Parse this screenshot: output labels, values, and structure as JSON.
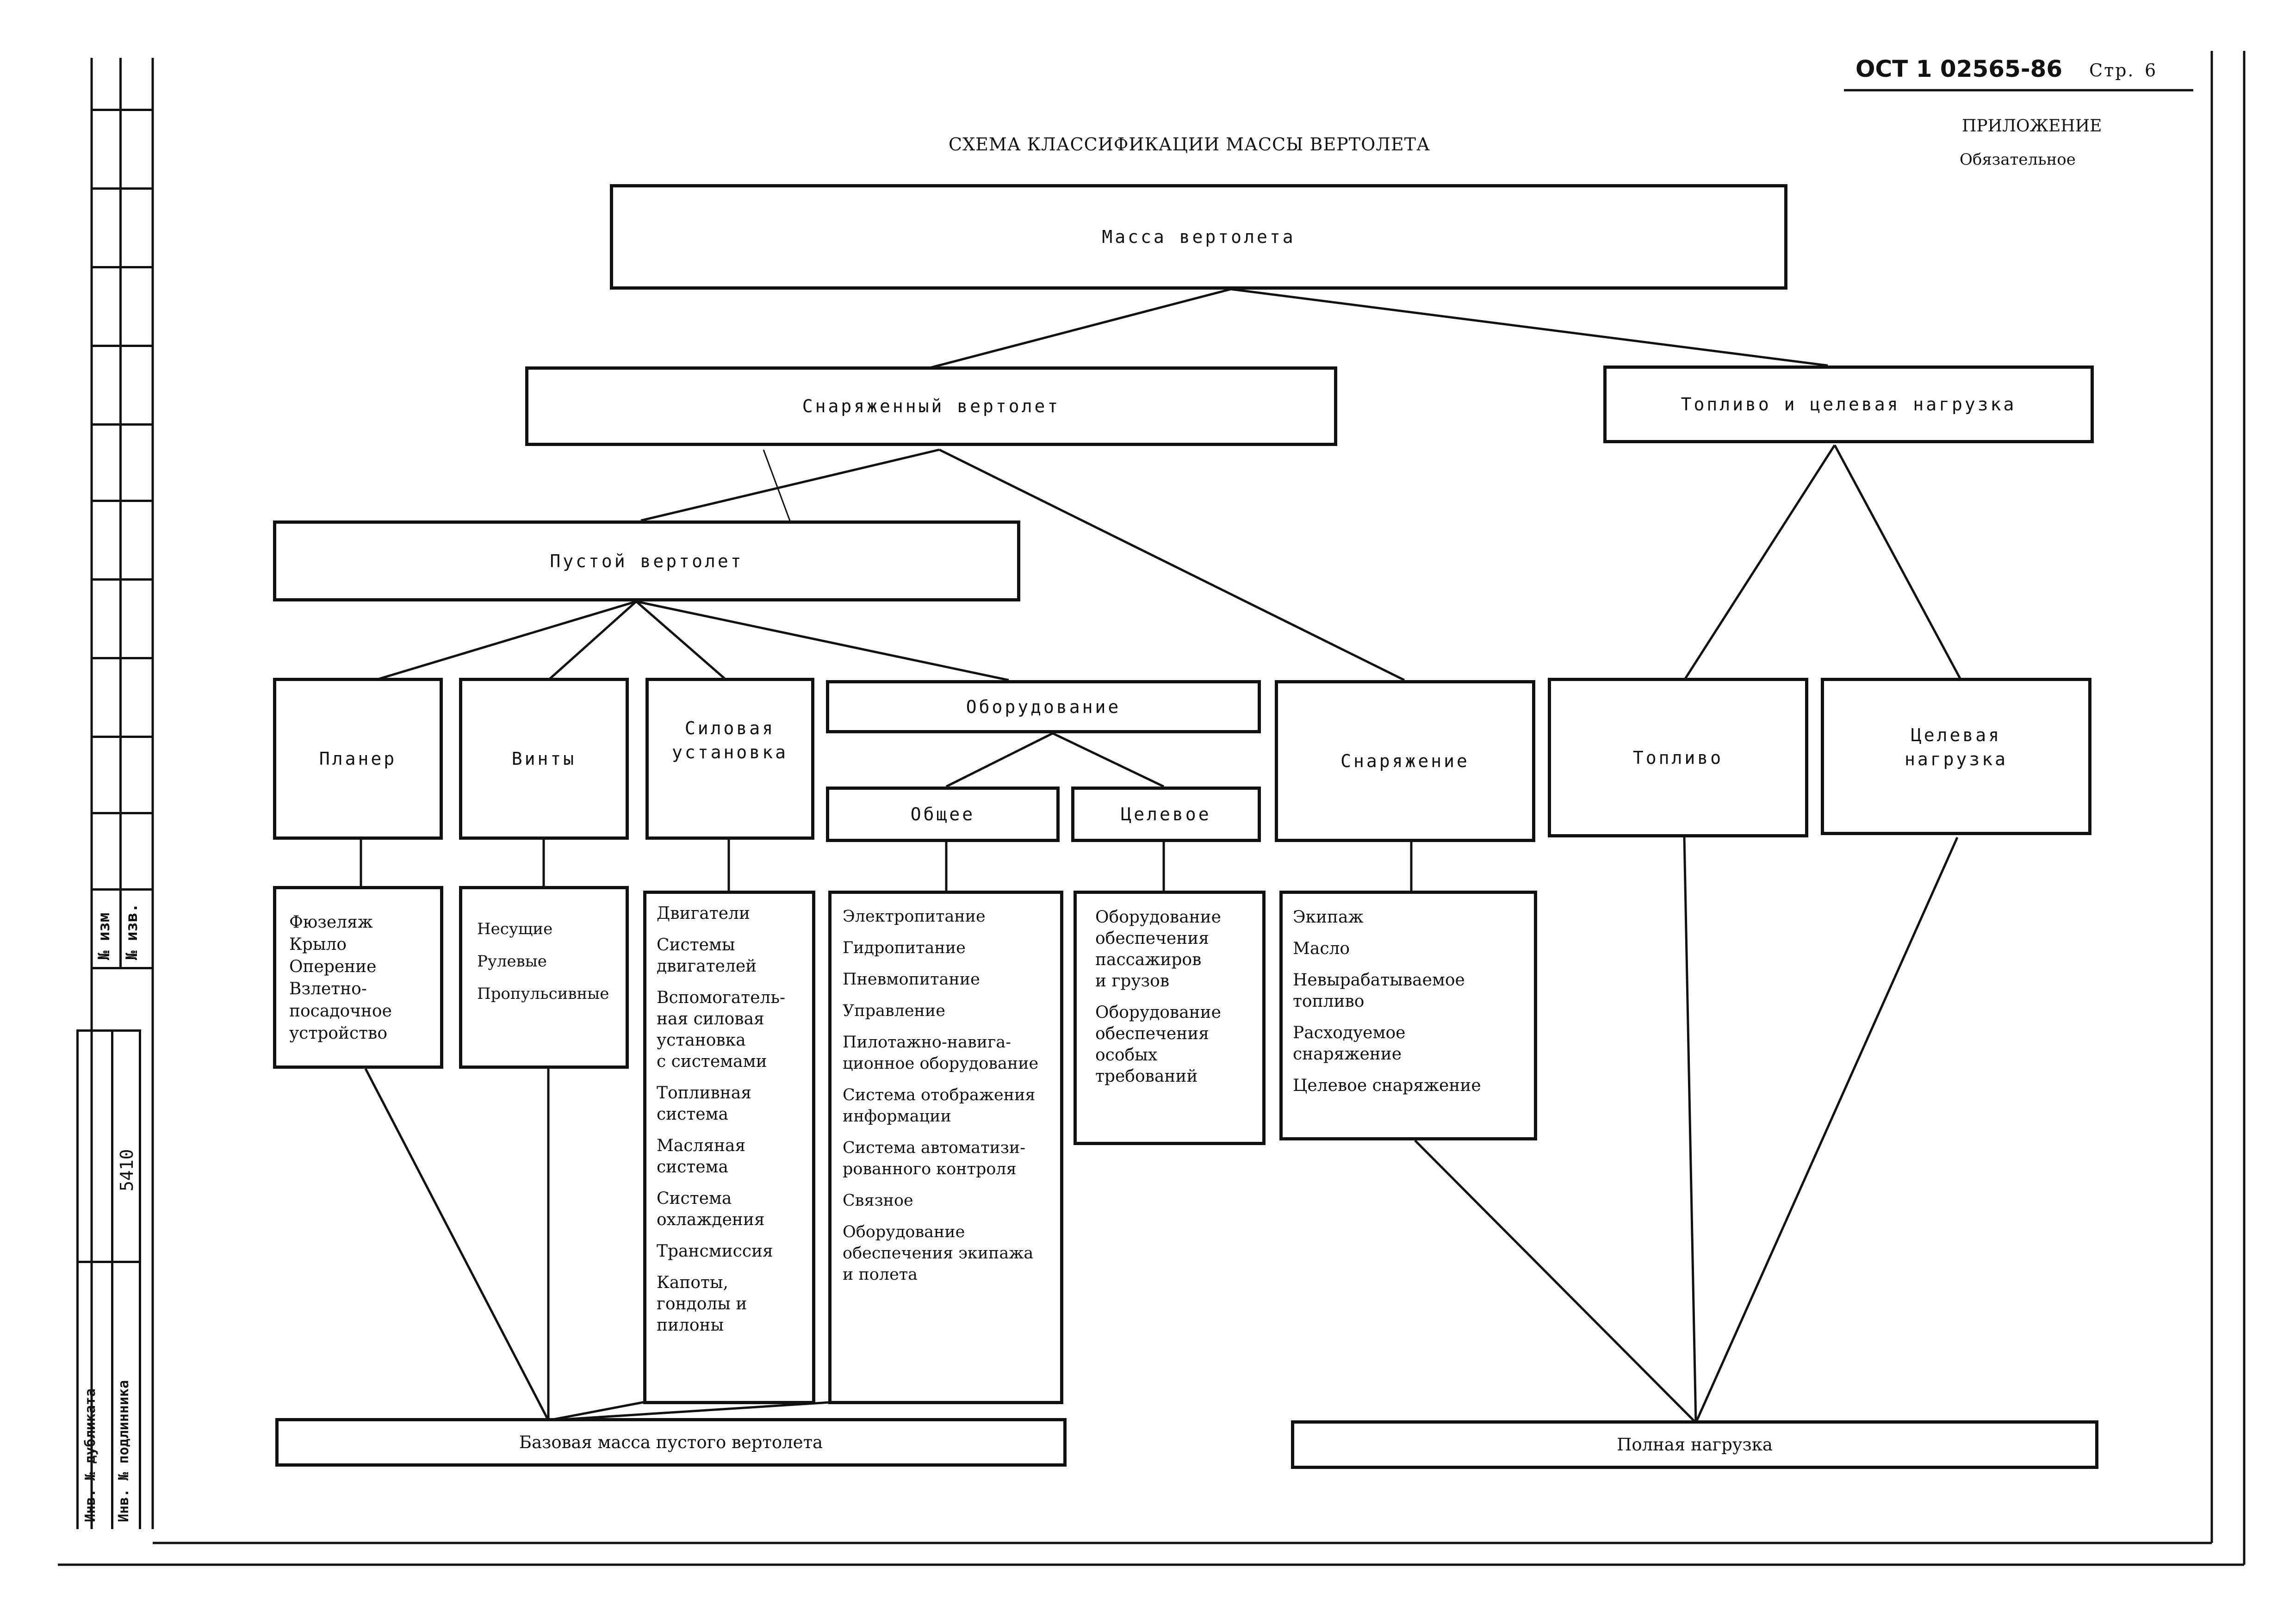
{
  "header": {
    "doc_code": "ОСТ 1 02565-86",
    "page_label": "Стр.",
    "page_number": "6",
    "appendix": "ПРИЛОЖЕНИЕ",
    "appendix_status": "Обязательное"
  },
  "title": "СХЕМА КЛАССИФИКАЦИИ МАССЫ ВЕРТОЛЕТА",
  "nodes": {
    "root": "Масса вертолета",
    "equipped": "Снаряженный вертолет",
    "fuel_payload": "Топливо и целевая нагрузка",
    "empty": "Пустой вертолет",
    "airframe": "Планер",
    "rotors": "Винты",
    "powerplant": "Силовая\nустановка",
    "equipment": "Оборудование",
    "general": "Общее",
    "target": "Целевое",
    "outfit": "Снаряжение",
    "fuel": "Топливо",
    "payload": "Целевая\nнагрузка",
    "base_mass": "Базовая масса пустого вертолета",
    "full_load": "Полная нагрузка"
  },
  "lists": {
    "airframe": [
      "Фюзеляж",
      "Крыло",
      "Оперение",
      "Взлетно-\nпосадочное\nустройство"
    ],
    "rotors": [
      "Несущие",
      "Рулевые",
      "Пропульсивные"
    ],
    "powerplant": [
      "Двигатели",
      "Системы\nдвигателей",
      "Вспомогатель-\nная силовая\nустановка\nс системами",
      "Топливная\nсистема",
      "Масляная\nсистема",
      "Система\nохлаждения",
      "Трансмиссия",
      "Капоты,\nгондолы и\nпилоны"
    ],
    "general": [
      "Электропитание",
      "Гидропитание",
      "Пневмопитание",
      "Управление",
      "Пилотажно-навига-\nционное оборудование",
      "Система отображения\nинформации",
      "Система автоматизи-\nрованного контроля",
      "Связное",
      "Оборудование\nобеспечения экипажа\nи полета"
    ],
    "target": [
      "Оборудование\nобеспечения\nпассажиров\nи грузов",
      "Оборудование\nобеспечения\nособых\nтребований"
    ],
    "outfit": [
      "Экипаж",
      "Масло",
      "Невырабатываемое\nтопливо",
      "Расходуемое\nснаряжение",
      "Целевое снаряжение"
    ]
  },
  "sidebar": {
    "no_izm": "№ изм",
    "no_izv": "№ изв.",
    "inv_number": "5410",
    "inv_dubl": "Инв. № дубликата",
    "inv_podl": "Инв. № подлинника"
  }
}
